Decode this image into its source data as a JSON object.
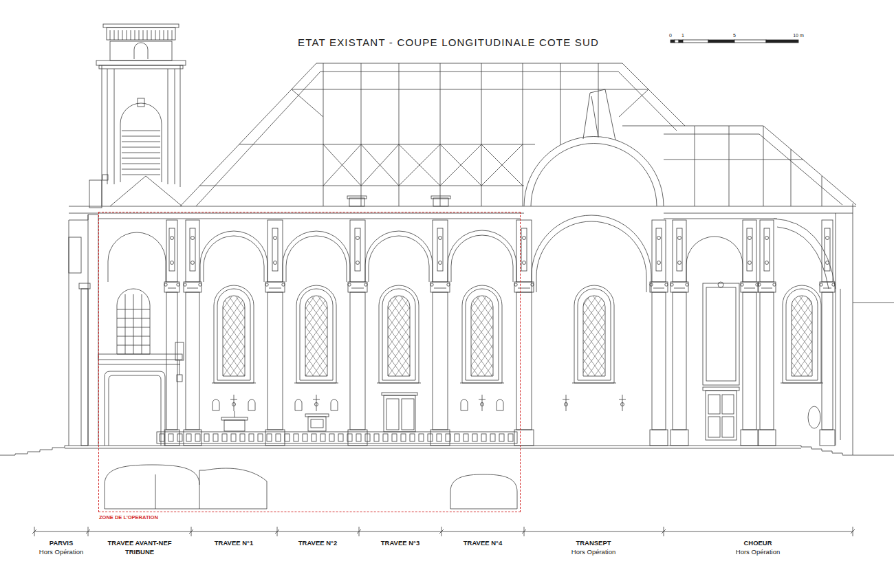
{
  "diagram": {
    "title": "ETAT EXISTANT - COUPE LONGITUDINALE COTE SUD",
    "nodes": [
      {
        "text": [
          "ZONE DE L'OPERATION"
        ]
      }
    ],
    "labels": [
      "0",
      "1",
      "5",
      "10 m",
      "PARVIS",
      "Hors Opération",
      "TRAVEE AVANT-NEF TRIBUNE",
      "TRAVEE N°1",
      "TRAVEE N°2",
      "TRAVEE N°3",
      "TRAVEE N°4",
      "TRANSEPT",
      "Hors Opération",
      "CHOEUR",
      "Hors Opération"
    ]
  }
}
